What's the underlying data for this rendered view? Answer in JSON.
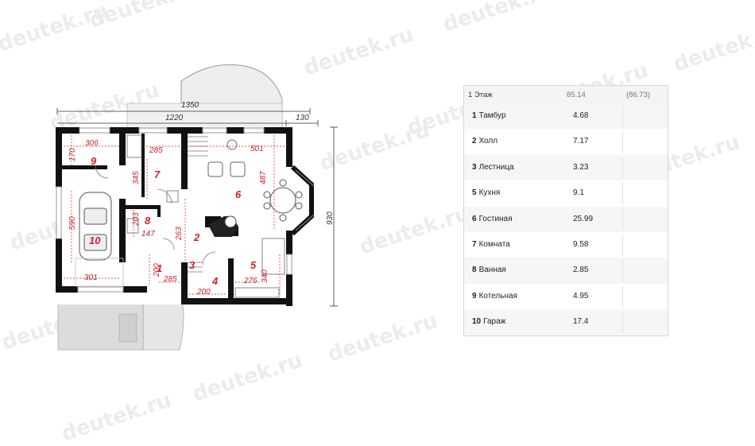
{
  "watermark": "deutek.ru",
  "plan": {
    "overall_dims": {
      "total_width": "1350",
      "inner_width": "1220",
      "bay": "130",
      "depth": "930"
    },
    "room_labels": [
      "1",
      "2",
      "3",
      "4",
      "5",
      "6",
      "7",
      "8",
      "9",
      "10"
    ],
    "inner_dims": {
      "d306": "306",
      "d285a": "285",
      "d501": "501",
      "d170": "170",
      "d345": "345",
      "d487": "487",
      "d590": "590",
      "d203": "203",
      "d147": "147",
      "d263": "263",
      "d301": "301",
      "d200a": "200",
      "d285b": "285",
      "d200b": "200",
      "d276": "276",
      "d340": "340"
    }
  },
  "table": {
    "header": {
      "floor": "1 Этаж",
      "area": "85.14",
      "total": "(86.73)"
    },
    "rows": [
      {
        "num": "1",
        "name": "Тамбур",
        "area": "4.68"
      },
      {
        "num": "2",
        "name": "Холл",
        "area": "7.17"
      },
      {
        "num": "3",
        "name": "Лестница",
        "area": "3.23"
      },
      {
        "num": "5",
        "name": "Кухня",
        "area": "9.1"
      },
      {
        "num": "6",
        "name": "Гостиная",
        "area": "25.99"
      },
      {
        "num": "7",
        "name": "Комната",
        "area": "9.58"
      },
      {
        "num": "8",
        "name": "Ванная",
        "area": "2.85"
      },
      {
        "num": "9",
        "name": "Котельная",
        "area": "4.95"
      },
      {
        "num": "10",
        "name": "Гараж",
        "area": "17.4"
      }
    ]
  }
}
